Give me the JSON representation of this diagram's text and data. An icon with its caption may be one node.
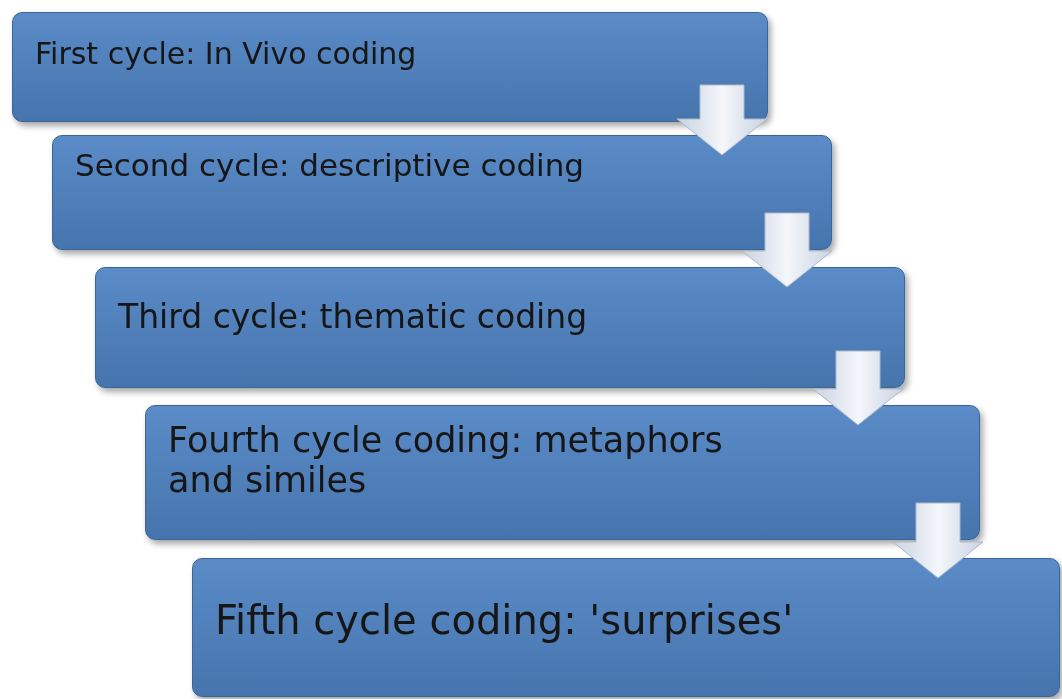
{
  "diagram": {
    "nodes": [
      {
        "text": [
          "First cycle: In Vivo coding"
        ]
      },
      {
        "text": [
          "Second cycle: descriptive coding"
        ]
      },
      {
        "text": [
          "Third cycle: thematic coding"
        ]
      },
      {
        "text": [
          "Fourth cycle coding: metaphors and similes"
        ]
      },
      {
        "text": [
          "Fifth cycle coding: 'surprises'"
        ]
      }
    ],
    "edges": [
      {
        "from": 0,
        "to": 1,
        "arrow": "to"
      },
      {
        "from": 1,
        "to": 2,
        "arrow": "to"
      },
      {
        "from": 2,
        "to": 3,
        "arrow": "to"
      },
      {
        "from": 3,
        "to": 4,
        "arrow": "to"
      }
    ]
  }
}
